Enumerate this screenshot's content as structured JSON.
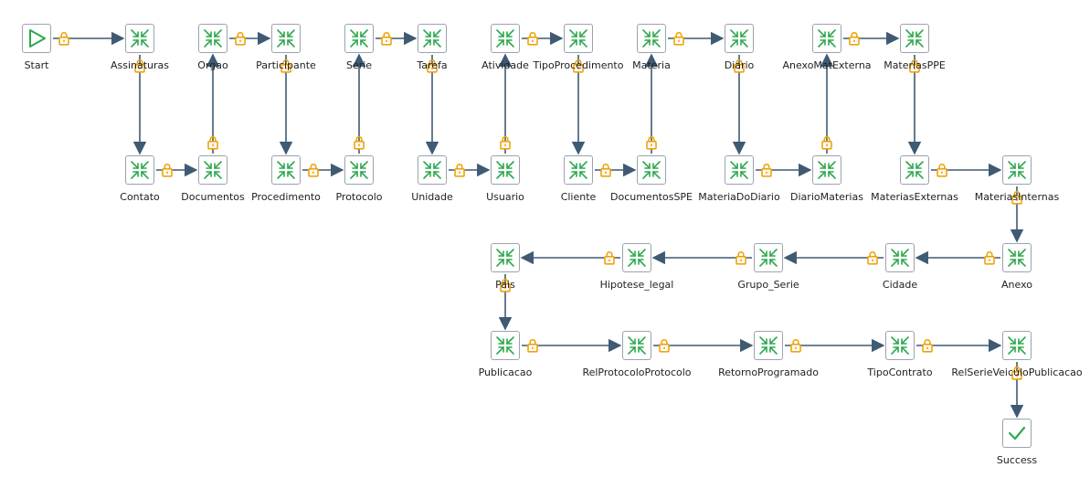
{
  "workflow": {
    "nodes": [
      {
        "id": "start",
        "label": "Start",
        "icon": "play-icon"
      },
      {
        "id": "assinaturas",
        "label": "Assinaturas",
        "icon": "transformation-icon"
      },
      {
        "id": "contato",
        "label": "Contato",
        "icon": "transformation-icon"
      },
      {
        "id": "documentos",
        "label": "Documentos",
        "icon": "transformation-icon"
      },
      {
        "id": "orgao",
        "label": "Orgao",
        "icon": "transformation-icon"
      },
      {
        "id": "participante",
        "label": "Participante",
        "icon": "transformation-icon"
      },
      {
        "id": "procedimento",
        "label": "Procedimento",
        "icon": "transformation-icon"
      },
      {
        "id": "protocolo",
        "label": "Protocolo",
        "icon": "transformation-icon"
      },
      {
        "id": "serie",
        "label": "Serie",
        "icon": "transformation-icon"
      },
      {
        "id": "tarefa",
        "label": "Tarefa",
        "icon": "transformation-icon"
      },
      {
        "id": "unidade",
        "label": "Unidade",
        "icon": "transformation-icon"
      },
      {
        "id": "usuario",
        "label": "Usuario",
        "icon": "transformation-icon"
      },
      {
        "id": "atividade",
        "label": "Atividade",
        "icon": "transformation-icon"
      },
      {
        "id": "tipoprocedimento",
        "label": "TipoProcedimento",
        "icon": "transformation-icon"
      },
      {
        "id": "cliente",
        "label": "Cliente",
        "icon": "transformation-icon"
      },
      {
        "id": "documentosspe",
        "label": "DocumentosSPE",
        "icon": "transformation-icon"
      },
      {
        "id": "materia",
        "label": "Materia",
        "icon": "transformation-icon"
      },
      {
        "id": "diario",
        "label": "Diario",
        "icon": "transformation-icon"
      },
      {
        "id": "materiadodiario",
        "label": "MateriaDoDiario",
        "icon": "transformation-icon"
      },
      {
        "id": "diariomaterias",
        "label": "DiarioMaterias",
        "icon": "transformation-icon"
      },
      {
        "id": "anexomatexterna",
        "label": "AnexoMatExterna",
        "icon": "transformation-icon"
      },
      {
        "id": "materiasppe",
        "label": "MateriasPPE",
        "icon": "transformation-icon"
      },
      {
        "id": "materiasexternas",
        "label": "MateriasExternas",
        "icon": "transformation-icon"
      },
      {
        "id": "materiasinternas",
        "label": "MateriasInternas",
        "icon": "transformation-icon"
      },
      {
        "id": "anexo",
        "label": "Anexo",
        "icon": "transformation-icon"
      },
      {
        "id": "cidade",
        "label": "Cidade",
        "icon": "transformation-icon"
      },
      {
        "id": "grupo_serie",
        "label": "Grupo_Serie",
        "icon": "transformation-icon"
      },
      {
        "id": "hipotese_legal",
        "label": "Hipotese_legal",
        "icon": "transformation-icon"
      },
      {
        "id": "pais",
        "label": "Pais",
        "icon": "transformation-icon"
      },
      {
        "id": "publicacao",
        "label": "Publicacao",
        "icon": "transformation-icon"
      },
      {
        "id": "relprotocoloprotocolo",
        "label": "RelProtocoloProtocolo",
        "icon": "transformation-icon"
      },
      {
        "id": "retornoprogramado",
        "label": "RetornoProgramado",
        "icon": "transformation-icon"
      },
      {
        "id": "tipocontrato",
        "label": "TipoContrato",
        "icon": "transformation-icon"
      },
      {
        "id": "relserieveiculopublicacao",
        "label": "RelSerieVeiculoPublicacao",
        "icon": "transformation-icon"
      },
      {
        "id": "success",
        "label": "Success",
        "icon": "checkmark-icon"
      }
    ],
    "hops": [
      {
        "from": "start",
        "to": "assinaturas",
        "icon": "lock-icon"
      },
      {
        "from": "assinaturas",
        "to": "contato",
        "icon": "lock-icon"
      },
      {
        "from": "contato",
        "to": "documentos",
        "icon": "lock-icon"
      },
      {
        "from": "documentos",
        "to": "orgao",
        "icon": "lock-icon"
      },
      {
        "from": "orgao",
        "to": "participante",
        "icon": "lock-icon"
      },
      {
        "from": "participante",
        "to": "procedimento",
        "icon": "lock-icon"
      },
      {
        "from": "procedimento",
        "to": "protocolo",
        "icon": "lock-icon"
      },
      {
        "from": "protocolo",
        "to": "serie",
        "icon": "lock-icon"
      },
      {
        "from": "serie",
        "to": "tarefa",
        "icon": "lock-icon"
      },
      {
        "from": "tarefa",
        "to": "unidade",
        "icon": "lock-icon"
      },
      {
        "from": "unidade",
        "to": "usuario",
        "icon": "lock-icon"
      },
      {
        "from": "usuario",
        "to": "atividade",
        "icon": "lock-icon"
      },
      {
        "from": "atividade",
        "to": "tipoprocedimento",
        "icon": "lock-icon"
      },
      {
        "from": "tipoprocedimento",
        "to": "cliente",
        "icon": "lock-icon"
      },
      {
        "from": "cliente",
        "to": "documentosspe",
        "icon": "lock-icon"
      },
      {
        "from": "documentosspe",
        "to": "materia",
        "icon": "lock-icon"
      },
      {
        "from": "materia",
        "to": "diario",
        "icon": "lock-icon"
      },
      {
        "from": "diario",
        "to": "materiadodiario",
        "icon": "lock-icon"
      },
      {
        "from": "materiadodiario",
        "to": "diariomaterias",
        "icon": "lock-icon"
      },
      {
        "from": "diariomaterias",
        "to": "anexomatexterna",
        "icon": "lock-icon"
      },
      {
        "from": "anexomatexterna",
        "to": "materiasppe",
        "icon": "lock-icon"
      },
      {
        "from": "materiasppe",
        "to": "materiasexternas",
        "icon": "lock-icon"
      },
      {
        "from": "materiasexternas",
        "to": "materiasinternas",
        "icon": "lock-icon"
      },
      {
        "from": "materiasinternas",
        "to": "anexo",
        "icon": "lock-icon"
      },
      {
        "from": "anexo",
        "to": "cidade",
        "icon": "lock-icon"
      },
      {
        "from": "cidade",
        "to": "grupo_serie",
        "icon": "lock-icon"
      },
      {
        "from": "grupo_serie",
        "to": "hipotese_legal",
        "icon": "lock-icon"
      },
      {
        "from": "hipotese_legal",
        "to": "pais",
        "icon": "lock-icon"
      },
      {
        "from": "pais",
        "to": "publicacao",
        "icon": "lock-icon"
      },
      {
        "from": "publicacao",
        "to": "relprotocoloprotocolo",
        "icon": "lock-icon"
      },
      {
        "from": "relprotocoloprotocolo",
        "to": "retornoprogramado",
        "icon": "lock-icon"
      },
      {
        "from": "retornoprogramado",
        "to": "tipocontrato",
        "icon": "lock-icon"
      },
      {
        "from": "tipocontrato",
        "to": "relserieveiculopublicacao",
        "icon": "lock-icon"
      },
      {
        "from": "relserieveiculopublicacao",
        "to": "success",
        "icon": "lock-icon"
      }
    ]
  },
  "colors": {
    "hop_line": "#3f5a73",
    "lock": "#f0a30a",
    "node_icon": "#2fa84f",
    "start_icon": "#2fa84f",
    "node_border": "#9aa3ad"
  }
}
